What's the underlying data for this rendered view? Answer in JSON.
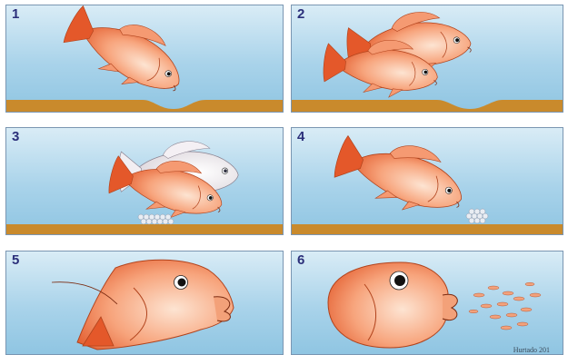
{
  "panels": [
    {
      "number": "1"
    },
    {
      "number": "2"
    },
    {
      "number": "3"
    },
    {
      "number": "4"
    },
    {
      "number": "5"
    },
    {
      "number": "6"
    }
  ],
  "credit": "Hurtado 201",
  "colors": {
    "water_top": "#d9ecf6",
    "water_bottom": "#8fc5e2",
    "sand": "#c98a2c",
    "fish_light": "#fbd2b5",
    "fish_dark": "#e2592a",
    "fish_pale": "#f6efee",
    "egg": "#e9edf3",
    "panel_number": "#2b2f7a"
  }
}
